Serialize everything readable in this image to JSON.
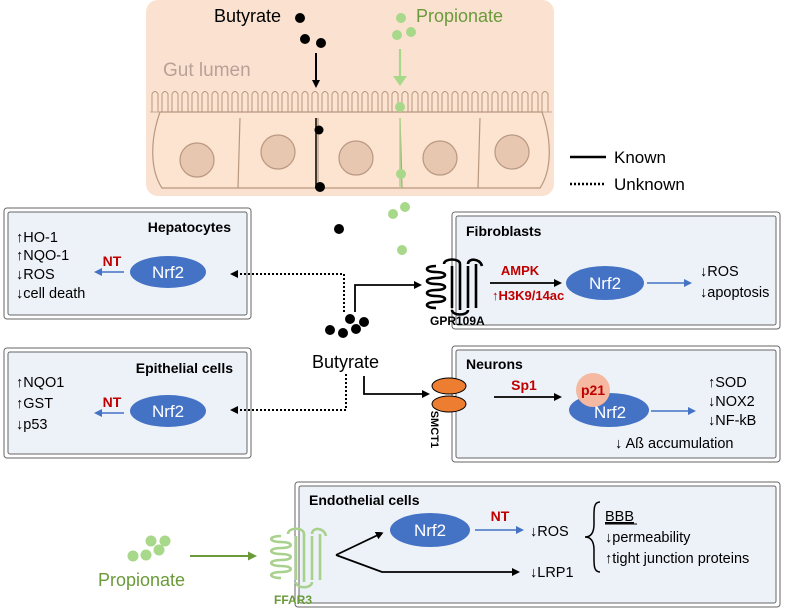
{
  "gut": {
    "label": "Gut lumen",
    "butyrate": "Butyrate",
    "propionate": "Propionate"
  },
  "legend": {
    "known": "Known",
    "unknown": "Unknown"
  },
  "center": {
    "butyrate": "Butyrate"
  },
  "hepatocytes": {
    "title": "Hepatocytes",
    "nrf2": "Nrf2",
    "nt": "NT",
    "effects": [
      "↑HO-1",
      "↑NQO-1",
      "↓ROS",
      "↓cell death"
    ]
  },
  "epithelial": {
    "title": "Epithelial cells",
    "nrf2": "Nrf2",
    "nt": "NT",
    "effects": [
      "↑NQO1",
      "↑GST",
      "↓p53"
    ]
  },
  "fibroblasts": {
    "title": "Fibroblasts",
    "receptor": "GPR109A",
    "mediator_top": "AMPK",
    "mediator_bottom": "↑H3K9/14ac",
    "nrf2": "Nrf2",
    "effects": [
      "↓ROS",
      "↓apoptosis"
    ]
  },
  "neurons": {
    "title": "Neurons",
    "transporter": "SMCT1",
    "mediator": "Sp1",
    "p21": "p21",
    "nrf2": "Nrf2",
    "effects": [
      "↑SOD",
      "↓NOX2",
      "↓NF-kB"
    ],
    "extra": "↓ Aß accumulation"
  },
  "endothelial": {
    "title": "Endothelial cells",
    "nrf2": "Nrf2",
    "nt": "NT",
    "ros": "↓ROS",
    "lrp1": "↓LRP1",
    "bbb_title": "BBB",
    "bbb_effects": [
      "↓permeability",
      "↑tight junction proteins"
    ]
  },
  "propionate_bottom": "Propionate",
  "receptor_bottom": "FFAR3",
  "colors": {
    "butyrate": "#000000",
    "propionate": "#a8d88a",
    "propionate_text": "#6a9a3a",
    "nrf2": "#4472c4",
    "red": "#c00000",
    "gut_bg": "#fbe1cf",
    "cell_fill": "#fce4d1",
    "nucleus": "#e8c7b0",
    "box_bg": "#edf1f8",
    "smct": "#ed7d31",
    "p21": "#f4b9a0",
    "ffar": "#a9d18e"
  }
}
